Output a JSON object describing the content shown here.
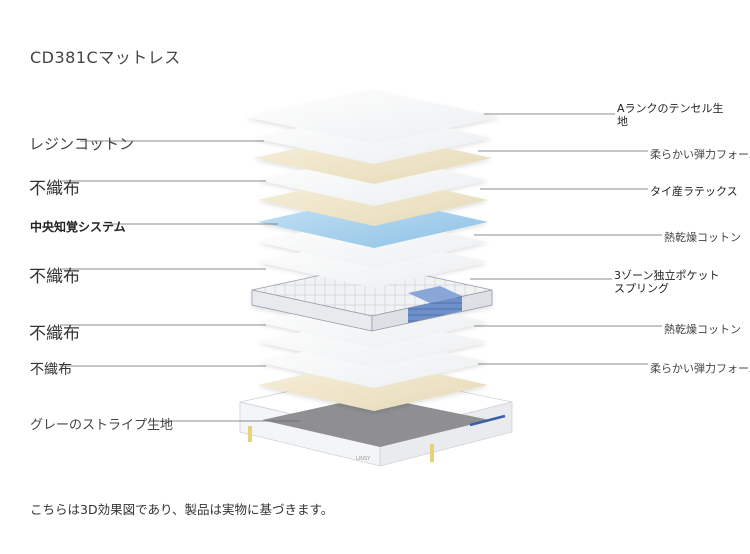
{
  "title": "CD381Cマットレス",
  "footnote": "こちらは3D効果図であり、製品は実物に基づきます。",
  "left_labels": {
    "l1": "レジンコットン",
    "l2": "不織布",
    "l3": "中央知覚システム",
    "l4": "不織布",
    "l5": "不織布",
    "l6": "不織布",
    "l7": "グレーのストライプ生地"
  },
  "right_labels": {
    "r1": "Aランクのテンセル生地",
    "r2": "柔らかい弾力フォーム",
    "r3": "タイ産ラテックス",
    "r4": "熱乾燥コットン",
    "r5": "3ゾーン独立ポケットスプリング",
    "r6": "熱乾燥コットン",
    "r7": "柔らかい弾力フォーム"
  },
  "base_mark": "LINSY",
  "colors": {
    "white_layer": "#f7f7f8",
    "cream_layer": "#efe6cc",
    "blue_layer": "#a9d3ee",
    "gray_fabric": "#8f8f92",
    "spring_blue": "#5a7fbe",
    "leader": "#666666"
  },
  "icons": [
    "mattress-layer-stack"
  ]
}
